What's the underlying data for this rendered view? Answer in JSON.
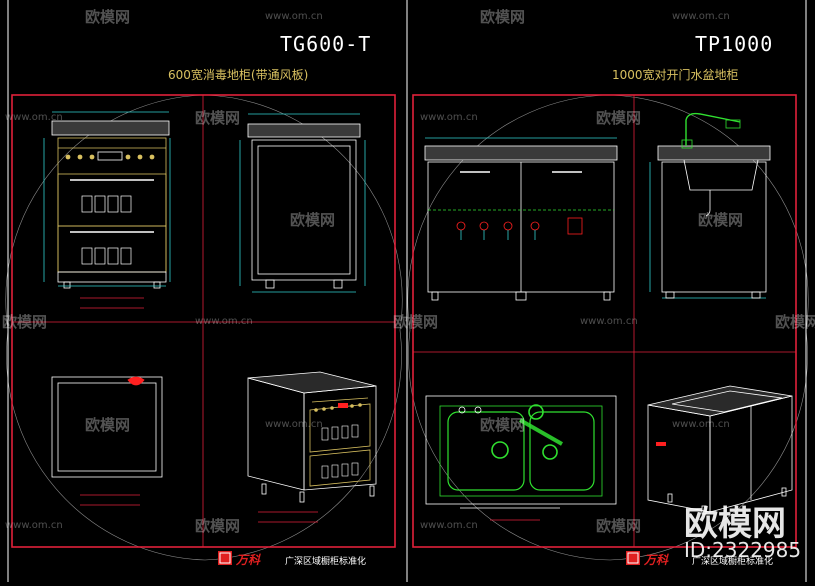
{
  "colors": {
    "background": "#000000",
    "frame": "#e0203a",
    "line": "#ffffff",
    "yellow": "#d8c060",
    "cyan": "#30d0d0",
    "green": "#30e030",
    "red": "#ff2020",
    "brand": "#e02020"
  },
  "sheet_left": {
    "model": "TG600-T",
    "title": "600宽消毒地柜(带通风板)"
  },
  "sheet_right": {
    "model": "TP1000",
    "title": "1000宽对开门水盆地柜"
  },
  "footer": {
    "brand": "万科",
    "brand_sub": "广深区域橱柜标准化"
  },
  "watermark": {
    "logo_text": "欧模网",
    "url_text": "www.om.cn",
    "big_text": "欧模网",
    "id_text": "ID:2322985"
  }
}
